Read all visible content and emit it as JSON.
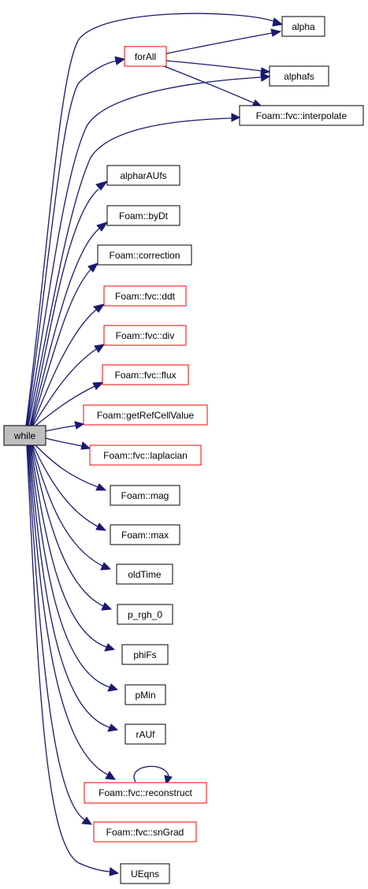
{
  "graph": {
    "colors": {
      "edge": "#191970",
      "root_fill": "#bfbfbf",
      "linked_border": "#ff0000",
      "plain_border": "#000000"
    },
    "root": {
      "label": "while"
    },
    "nodes": [
      {
        "id": "alpha",
        "label": "alpha",
        "border": "black"
      },
      {
        "id": "forall",
        "label": "forAll",
        "border": "red"
      },
      {
        "id": "alphafs",
        "label": "alphafs",
        "border": "black"
      },
      {
        "id": "interpolate",
        "label": "Foam::fvc::interpolate",
        "border": "black"
      },
      {
        "id": "alpharaufs",
        "label": "alpharAUfs",
        "border": "black"
      },
      {
        "id": "bydt",
        "label": "Foam::byDt",
        "border": "black"
      },
      {
        "id": "correction",
        "label": "Foam::correction",
        "border": "black"
      },
      {
        "id": "ddt",
        "label": "Foam::fvc::ddt",
        "border": "red"
      },
      {
        "id": "div",
        "label": "Foam::fvc::div",
        "border": "red"
      },
      {
        "id": "flux",
        "label": "Foam::fvc::flux",
        "border": "red"
      },
      {
        "id": "getrefcellvalue",
        "label": "Foam::getRefCellValue",
        "border": "red"
      },
      {
        "id": "laplacian",
        "label": "Foam::fvc::laplacian",
        "border": "red"
      },
      {
        "id": "mag",
        "label": "Foam::mag",
        "border": "black"
      },
      {
        "id": "max",
        "label": "Foam::max",
        "border": "black"
      },
      {
        "id": "oldtime",
        "label": "oldTime",
        "border": "black"
      },
      {
        "id": "prgh0",
        "label": "p_rgh_0",
        "border": "black"
      },
      {
        "id": "phifs",
        "label": "phiFs",
        "border": "black"
      },
      {
        "id": "pmin",
        "label": "pMin",
        "border": "black"
      },
      {
        "id": "rauf",
        "label": "rAUf",
        "border": "black"
      },
      {
        "id": "reconstruct",
        "label": "Foam::fvc::reconstruct",
        "border": "red"
      },
      {
        "id": "sngrad",
        "label": "Foam::fvc::snGrad",
        "border": "red"
      },
      {
        "id": "ueqns",
        "label": "UEqns",
        "border": "black"
      }
    ],
    "edges": [
      {
        "from": "while",
        "to": "alpha"
      },
      {
        "from": "while",
        "to": "forall"
      },
      {
        "from": "while",
        "to": "alphafs"
      },
      {
        "from": "while",
        "to": "interpolate"
      },
      {
        "from": "while",
        "to": "alpharaufs"
      },
      {
        "from": "while",
        "to": "bydt"
      },
      {
        "from": "while",
        "to": "correction"
      },
      {
        "from": "while",
        "to": "ddt"
      },
      {
        "from": "while",
        "to": "div"
      },
      {
        "from": "while",
        "to": "flux"
      },
      {
        "from": "while",
        "to": "getrefcellvalue"
      },
      {
        "from": "while",
        "to": "laplacian"
      },
      {
        "from": "while",
        "to": "mag"
      },
      {
        "from": "while",
        "to": "max"
      },
      {
        "from": "while",
        "to": "oldtime"
      },
      {
        "from": "while",
        "to": "prgh0"
      },
      {
        "from": "while",
        "to": "phifs"
      },
      {
        "from": "while",
        "to": "pmin"
      },
      {
        "from": "while",
        "to": "rauf"
      },
      {
        "from": "while",
        "to": "reconstruct"
      },
      {
        "from": "while",
        "to": "sngrad"
      },
      {
        "from": "while",
        "to": "ueqns"
      },
      {
        "from": "forall",
        "to": "alpha"
      },
      {
        "from": "forall",
        "to": "alphafs"
      },
      {
        "from": "forall",
        "to": "interpolate"
      },
      {
        "from": "reconstruct",
        "to": "reconstruct"
      }
    ]
  }
}
